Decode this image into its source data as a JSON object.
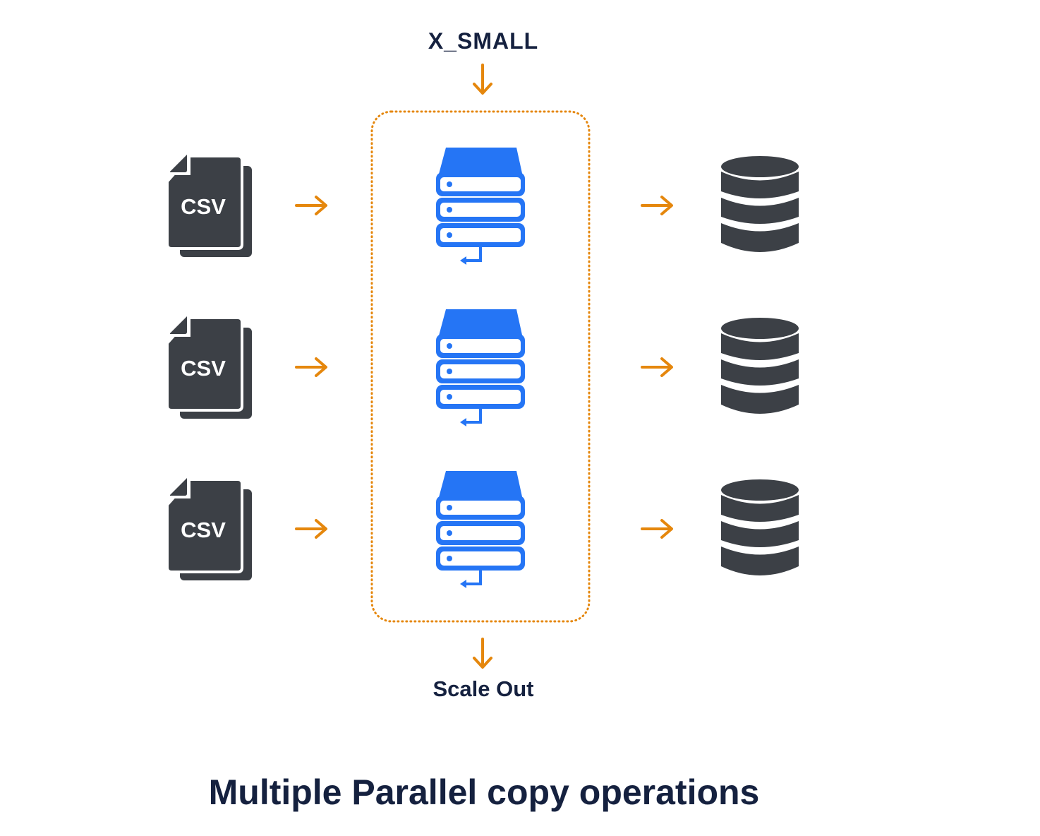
{
  "diagram": {
    "top_label": "X_SMALL",
    "bottom_label": "Scale Out",
    "caption": "Multiple Parallel copy operations",
    "file_label": "CSV",
    "rows": 3,
    "colors": {
      "accent_orange": "#e5870d",
      "server_blue": "#2575f5",
      "icon_dark": "#3c4046",
      "text_navy": "#15213f"
    },
    "icons": {
      "source": "csv-file-icon",
      "warehouse": "server-stack-icon",
      "target": "database-icon"
    }
  }
}
